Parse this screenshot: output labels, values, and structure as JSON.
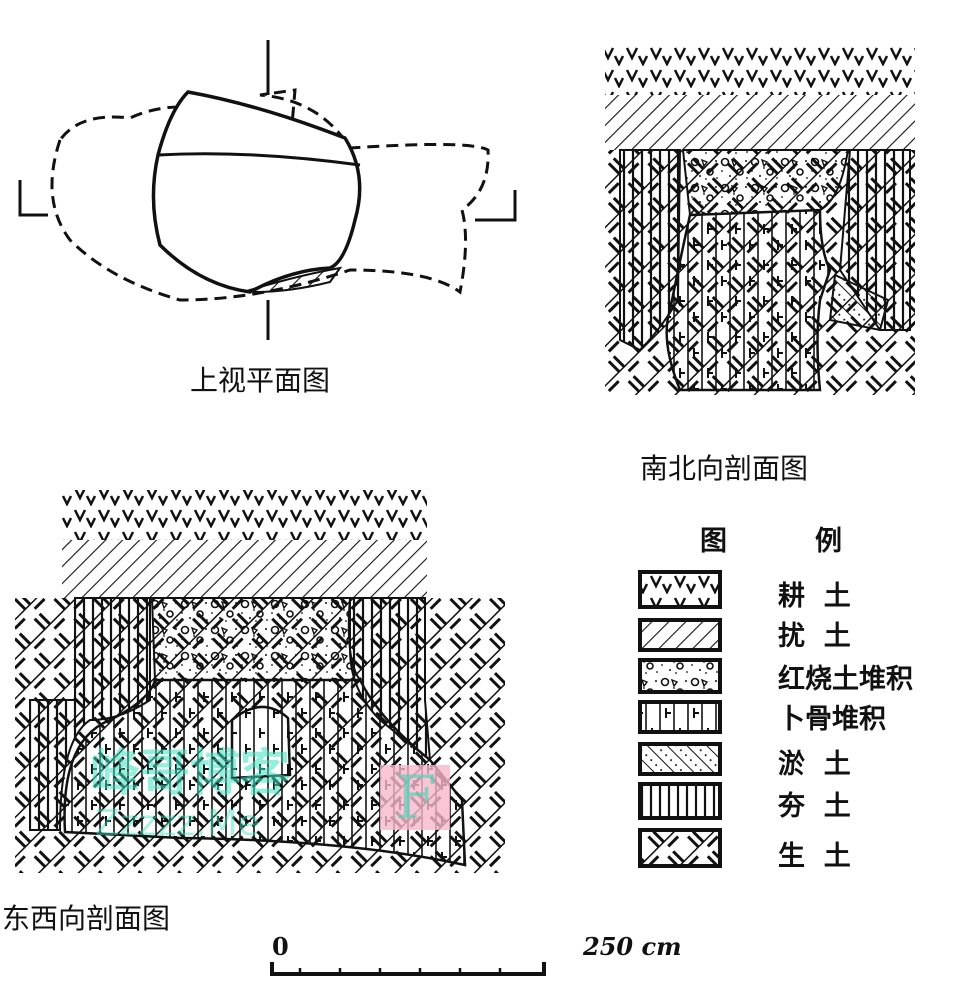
{
  "views": {
    "plan_label": "上视平面图",
    "ns_section_label": "南北向剖面图",
    "ew_section_label": "东西向剖面图"
  },
  "legend": {
    "title": [
      "图",
      "例"
    ],
    "items": [
      {
        "label": "耕  土",
        "pattern": "v-marks"
      },
      {
        "label": "扰  土",
        "pattern": "diagonal-hatch"
      },
      {
        "label": "红烧土堆积",
        "pattern": "dots-circles"
      },
      {
        "label": "卜骨堆积",
        "pattern": "vertical-with-ticks"
      },
      {
        "label": "淤  土",
        "pattern": "diagonal-dotted"
      },
      {
        "label": "夯  土",
        "pattern": "vertical-lines"
      },
      {
        "label": "生  土",
        "pattern": "cross-hatch"
      }
    ]
  },
  "scale": {
    "start": "0",
    "end": "250 cm"
  },
  "watermark": {
    "text": "峰哥博客",
    "url": "Zzzzz.Me",
    "logo": "F",
    "color": "#3fe0c0",
    "logo_bg": "#f7b8cc"
  }
}
